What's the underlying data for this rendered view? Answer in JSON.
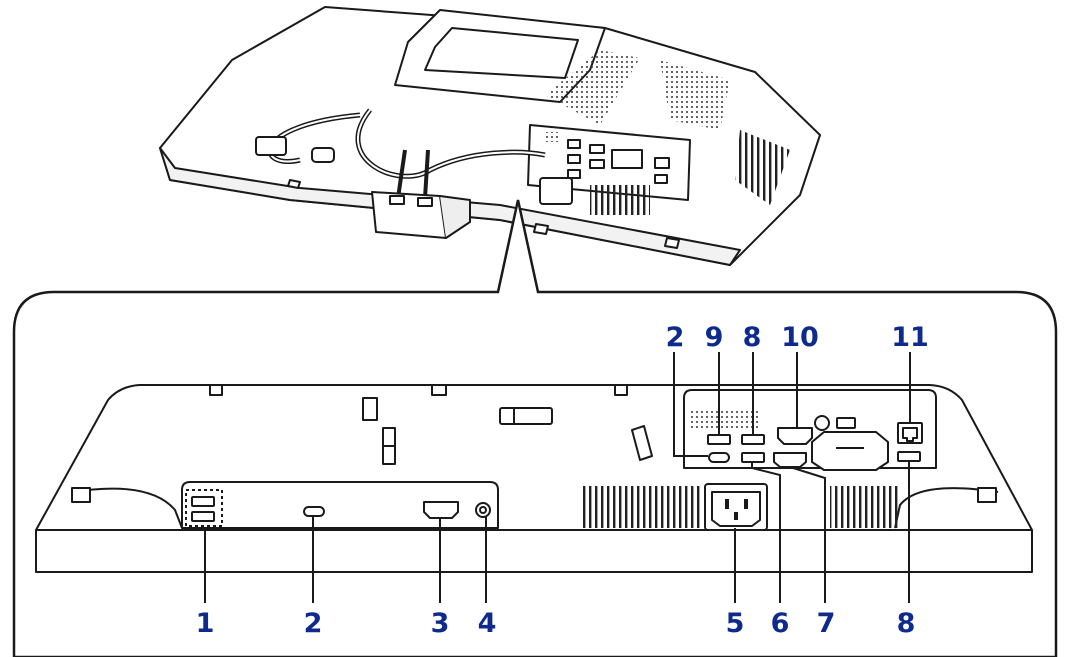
{
  "colors": {
    "callout": "#0d2a8c",
    "line": "#1a1a1a",
    "fill": "#ffffff",
    "shade": "#d9d9d9"
  },
  "callouts": {
    "c1": "1",
    "c2a": "2",
    "c3": "3",
    "c4": "4",
    "c5": "5",
    "c6": "6",
    "c7": "7",
    "c8a": "8",
    "c2b": "2",
    "c9": "9",
    "c8b": "8",
    "c10": "10",
    "c11": "11"
  },
  "icons": {
    "overview": "pc-rear-overview-icon",
    "hatch": "vent-hatch-icon"
  }
}
